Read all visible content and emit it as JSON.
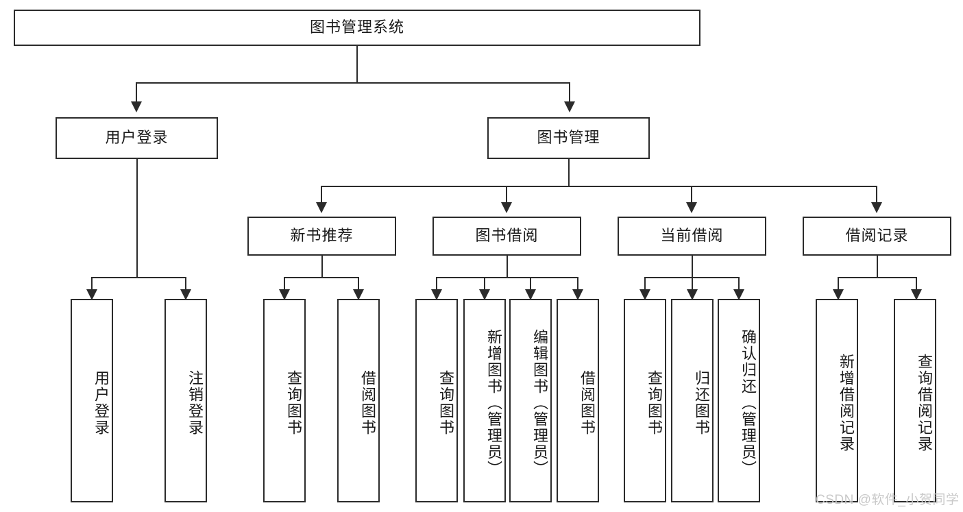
{
  "diagram": {
    "title": "图书管理系统",
    "watermark": "CSDN @软件_小贺同学",
    "levels": {
      "root": {
        "label": "图书管理系统"
      },
      "level2": [
        {
          "label": "用户登录"
        },
        {
          "label": "图书管理"
        }
      ],
      "level3": [
        {
          "label": "新书推荐"
        },
        {
          "label": "图书借阅"
        },
        {
          "label": "当前借阅"
        },
        {
          "label": "借阅记录"
        }
      ],
      "leaves": {
        "user_login": [
          {
            "label": "用户登录"
          },
          {
            "label": "注销登录"
          }
        ],
        "new_book_recommend": [
          {
            "label": "查询图书"
          },
          {
            "label": "借阅图书"
          }
        ],
        "book_borrow": [
          {
            "label": "查询图书"
          },
          {
            "label": "新增图书（管理员）"
          },
          {
            "label": "编辑图书（管理员）"
          },
          {
            "label": "借阅图书"
          }
        ],
        "current_borrow": [
          {
            "label": "查询图书"
          },
          {
            "label": "归还图书"
          },
          {
            "label": "确认归还（管理员）"
          }
        ],
        "borrow_record": [
          {
            "label": "新增借阅记录"
          },
          {
            "label": "查询借阅记录"
          }
        ]
      }
    },
    "colors": {
      "line": "#2b2b2b",
      "box_fill": "#ffffff",
      "text": "#1a1a1a",
      "watermark": "#c9c9c9"
    }
  }
}
